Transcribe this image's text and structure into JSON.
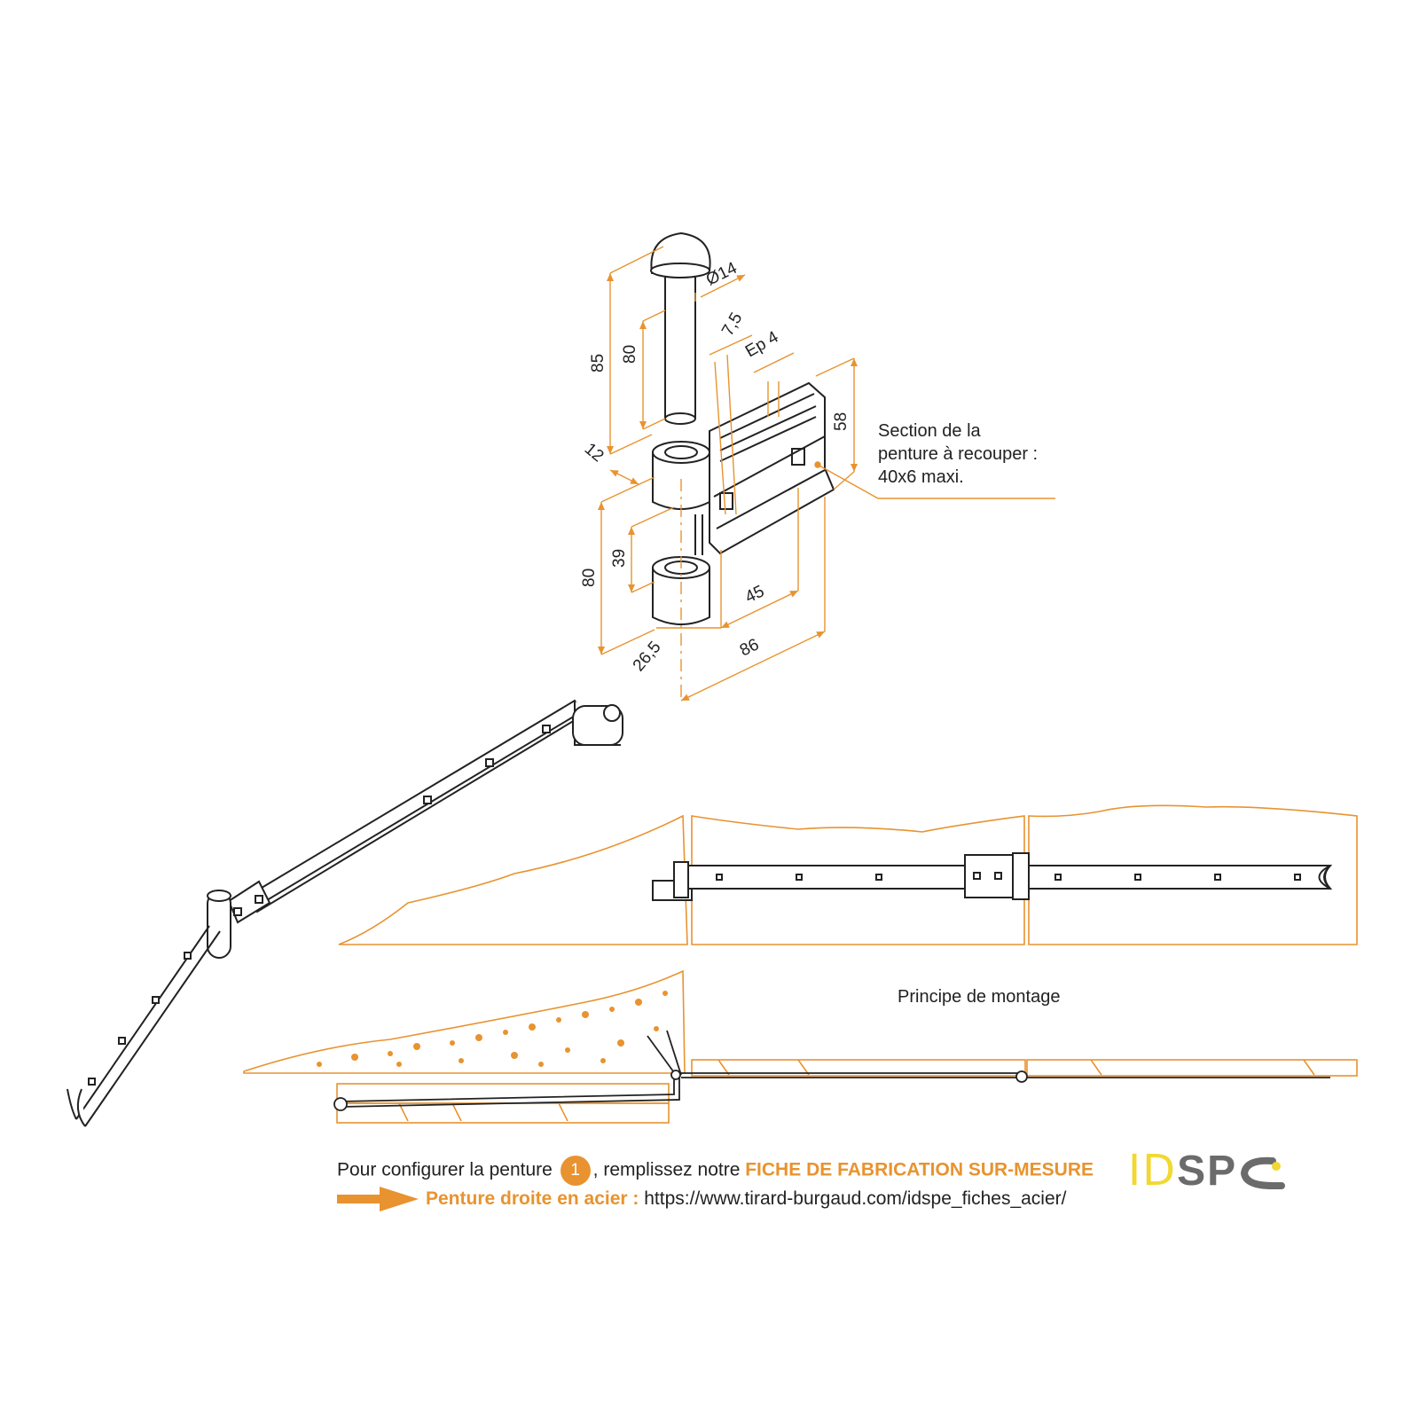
{
  "colors": {
    "accent": "#e8932f",
    "line": "#222222",
    "logo_yellow": "#f2d830",
    "logo_grey": "#6b6b6b"
  },
  "dimensions": {
    "d85": "85",
    "d80_pin": "80",
    "d14": "Ø14",
    "d7_5": "7,5",
    "dep4": "Ep 4",
    "d58": "58",
    "d12": "12",
    "d39": "39",
    "d80_gond": "80",
    "d45": "45",
    "d26_5": "26,5",
    "d86": "86"
  },
  "section_note": {
    "line1": "Section de la",
    "line2": "penture à recouper :",
    "line3": "40x6 maxi."
  },
  "montage_label": "Principe de montage",
  "footer": {
    "prefix": "Pour configurer la penture",
    "badge": "1",
    "middle": ", remplissez notre",
    "highlight": "FICHE DE FABRICATION SUR-MESURE",
    "link_label": "Penture droite en acier :",
    "link_url": "https://www.tirard-burgaud.com/idspe_fiches_acier/"
  },
  "logo": {
    "part1": "ID",
    "part2": "SP"
  }
}
